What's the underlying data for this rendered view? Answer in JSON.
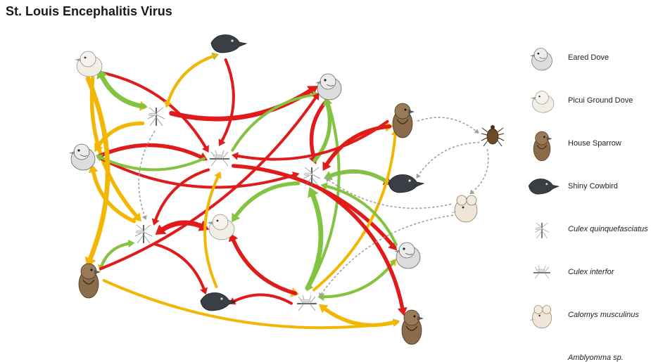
{
  "title": "St. Louis Encephalitis Virus",
  "colors": {
    "red": "#e01b1b",
    "yellow": "#f2b705",
    "green": "#82c341",
    "gray": "#a0a0a0"
  },
  "legend": [
    {
      "species": "eared-dove",
      "label": "Eared Dove",
      "italic": false
    },
    {
      "species": "picui-ground-dove",
      "label": "Picui Ground Dove",
      "italic": false
    },
    {
      "species": "house-sparrow",
      "label": "House Sparrow",
      "italic": false
    },
    {
      "species": "shiny-cowbird",
      "label": "Shiny Cowbird",
      "italic": false
    },
    {
      "species": "culex-quinquefasciatus",
      "label": "Culex quinquefasciatus",
      "italic": true
    },
    {
      "species": "culex-interfor",
      "label": "Culex interfor",
      "italic": true
    },
    {
      "species": "calomys-musculinus",
      "label": "Calomys musculinus",
      "italic": true
    },
    {
      "species": "amblyomma",
      "label": "Amblyomma sp.",
      "italic": true
    }
  ],
  "nodes": [
    {
      "id": "picui-1",
      "species": "picui-ground-dove"
    },
    {
      "id": "cowbird-1",
      "species": "shiny-cowbird"
    },
    {
      "id": "eared-1",
      "species": "eared-dove"
    },
    {
      "id": "sparrow-1",
      "species": "house-sparrow"
    },
    {
      "id": "tick-1",
      "species": "amblyomma"
    },
    {
      "id": "quinq-1",
      "species": "culex-quinquefasciatus"
    },
    {
      "id": "interfor-1",
      "species": "culex-interfor"
    },
    {
      "id": "quinq-2",
      "species": "culex-quinquefasciatus"
    },
    {
      "id": "cowbird-2",
      "species": "shiny-cowbird"
    },
    {
      "id": "mouse-1",
      "species": "calomys-musculinus"
    },
    {
      "id": "eared-2",
      "species": "eared-dove"
    },
    {
      "id": "quinq-3",
      "species": "culex-quinquefasciatus"
    },
    {
      "id": "picui-2",
      "species": "picui-ground-dove"
    },
    {
      "id": "eared-3",
      "species": "eared-dove"
    },
    {
      "id": "sparrow-2",
      "species": "house-sparrow"
    },
    {
      "id": "cowbird-3",
      "species": "shiny-cowbird"
    },
    {
      "id": "interfor-2",
      "species": "culex-interfor"
    },
    {
      "id": "sparrow-3",
      "species": "house-sparrow"
    }
  ],
  "edges": [
    {
      "from": "picui-1",
      "to": "quinq-1",
      "color": "yellow",
      "weight": 3
    },
    {
      "from": "picui-1",
      "to": "interfor-1",
      "color": "red",
      "weight": 2
    },
    {
      "from": "picui-1",
      "to": "quinq-3",
      "color": "yellow",
      "weight": 3
    },
    {
      "from": "quinq-1",
      "to": "picui-1",
      "color": "green",
      "weight": 4
    },
    {
      "from": "quinq-1",
      "to": "eared-2",
      "color": "yellow",
      "weight": 3
    },
    {
      "from": "quinq-1",
      "to": "cowbird-1",
      "color": "green",
      "weight": 2
    },
    {
      "from": "quinq-1",
      "to": "eared-1",
      "color": "red",
      "weight": 4
    },
    {
      "from": "eared-2",
      "to": "interfor-1",
      "color": "red",
      "weight": 3
    },
    {
      "from": "eared-2",
      "to": "quinq-2",
      "color": "red",
      "weight": 2
    },
    {
      "from": "interfor-1",
      "to": "eared-2",
      "color": "green",
      "weight": 2
    },
    {
      "from": "interfor-1",
      "to": "quinq-3",
      "color": "red",
      "weight": 2
    },
    {
      "from": "interfor-1",
      "to": "eared-1",
      "color": "green",
      "weight": 2
    },
    {
      "from": "cowbird-1",
      "to": "quinq-1",
      "color": "yellow",
      "weight": 2
    },
    {
      "from": "cowbird-1",
      "to": "interfor-1",
      "color": "red",
      "weight": 2
    },
    {
      "from": "eared-1",
      "to": "quinq-2",
      "color": "red",
      "weight": 3
    },
    {
      "from": "eared-1",
      "to": "interfor-2",
      "color": "green",
      "weight": 2
    },
    {
      "from": "quinq-2",
      "to": "eared-1",
      "color": "green",
      "weight": 3
    },
    {
      "from": "quinq-2",
      "to": "sparrow-1",
      "color": "yellow",
      "weight": 3
    },
    {
      "from": "sparrow-1",
      "to": "quinq-2",
      "color": "red",
      "weight": 3
    },
    {
      "from": "quinq-2",
      "to": "cowbird-2",
      "color": "red",
      "weight": 3
    },
    {
      "from": "cowbird-2",
      "to": "quinq-2",
      "color": "green",
      "weight": 3
    },
    {
      "from": "interfor-1",
      "to": "eared-3",
      "color": "red",
      "weight": 3
    },
    {
      "from": "quinq-2",
      "to": "picui-2",
      "color": "green",
      "weight": 3
    },
    {
      "from": "quinq-3",
      "to": "picui-2",
      "color": "red",
      "weight": 4
    },
    {
      "from": "picui-2",
      "to": "quinq-3",
      "color": "red",
      "weight": 4
    },
    {
      "from": "quinq-3",
      "to": "eared-2",
      "color": "yellow",
      "weight": 3
    },
    {
      "from": "quinq-3",
      "to": "sparrow-2",
      "color": "yellow",
      "weight": 2
    },
    {
      "from": "sparrow-2",
      "to": "quinq-3",
      "color": "green",
      "weight": 2
    },
    {
      "from": "sparrow-2",
      "to": "eared-1",
      "color": "red",
      "weight": 2
    },
    {
      "from": "quinq-3",
      "to": "cowbird-3",
      "color": "red",
      "weight": 2
    },
    {
      "from": "picui-2",
      "to": "interfor-2",
      "color": "yellow",
      "weight": 3
    },
    {
      "from": "interfor-2",
      "to": "picui-2",
      "color": "red",
      "weight": 3
    },
    {
      "from": "interfor-2",
      "to": "eared-3",
      "color": "yellow",
      "weight": 2
    },
    {
      "from": "eared-3",
      "to": "interfor-2",
      "color": "green",
      "weight": 2
    },
    {
      "from": "interfor-2",
      "to": "sparrow-3",
      "color": "green",
      "weight": 2
    },
    {
      "from": "sparrow-3",
      "to": "interfor-2",
      "color": "yellow",
      "weight": 3
    },
    {
      "from": "interfor-2",
      "to": "cowbird-3",
      "color": "red",
      "weight": 2
    },
    {
      "from": "cowbird-3",
      "to": "interfor-1",
      "color": "yellow",
      "weight": 2
    },
    {
      "from": "interfor-2",
      "to": "sparrow-1",
      "color": "yellow",
      "weight": 2
    },
    {
      "from": "quinq-2",
      "to": "sparrow-3",
      "color": "red",
      "weight": 3
    },
    {
      "from": "eared-3",
      "to": "quinq-2",
      "color": "green",
      "weight": 2
    },
    {
      "from": "sparrow-1",
      "to": "interfor-1",
      "color": "red",
      "weight": 2
    },
    {
      "from": "interfor-2",
      "to": "quinq-2",
      "color": "green",
      "weight": 4
    },
    {
      "from": "picui-1",
      "to": "sparrow-2",
      "color": "yellow",
      "weight": 4
    },
    {
      "from": "sparrow-2",
      "to": "sparrow-3",
      "color": "yellow",
      "weight": 2
    },
    {
      "from": "sparrow-1",
      "to": "tick-1",
      "color": "gray",
      "weight": 1,
      "dashed": true
    },
    {
      "from": "tick-1",
      "to": "cowbird-2",
      "color": "gray",
      "weight": 1,
      "dashed": true
    },
    {
      "from": "tick-1",
      "to": "mouse-1",
      "color": "gray",
      "weight": 1,
      "dashed": true
    },
    {
      "from": "mouse-1",
      "to": "interfor-2",
      "color": "gray",
      "weight": 1,
      "dashed": true
    },
    {
      "from": "mouse-1",
      "to": "quinq-2",
      "color": "gray",
      "weight": 1,
      "dashed": true
    },
    {
      "from": "quinq-1",
      "to": "quinq-3",
      "color": "gray",
      "weight": 1,
      "dashed": true
    }
  ]
}
